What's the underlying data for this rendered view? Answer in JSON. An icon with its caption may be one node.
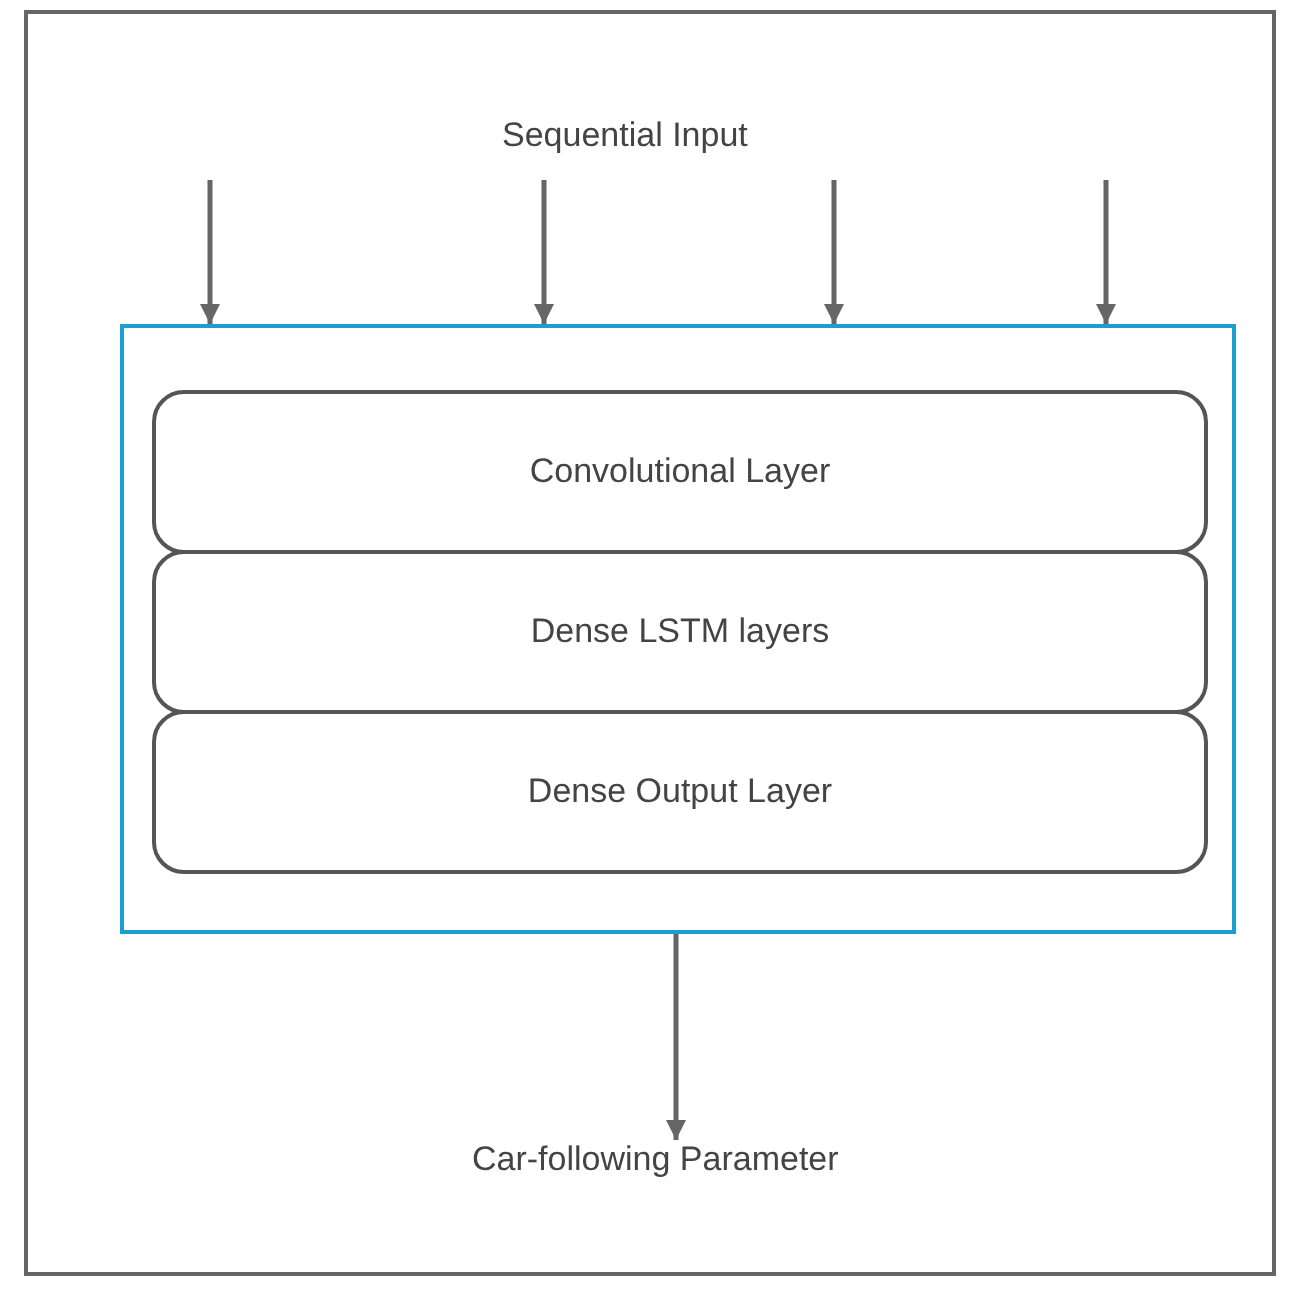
{
  "diagram": {
    "nodes": [
      {
        "text": [],
        "shape": "box"
      },
      {
        "text": [
          "Convolutional Layer"
        ],
        "in": 0
      },
      {
        "text": [
          "Dense LSTM layers"
        ],
        "in": 0
      },
      {
        "text": [
          "Dense Output Layer"
        ],
        "in": 0
      },
      {
        "text": [
          "Car-following Parameter"
        ]
      }
    ],
    "edges": [
      {
        "from": null,
        "to": 0,
        "arrow": "to"
      },
      {
        "from": null,
        "to": 0,
        "arrow": "to"
      },
      {
        "from": null,
        "to": 0,
        "arrow": "to"
      },
      {
        "from": null,
        "to": 0,
        "arrow": "to"
      },
      {
        "from": 0,
        "to": 4,
        "arrow": "to"
      }
    ],
    "labels": [
      "Sequential Input"
    ]
  }
}
